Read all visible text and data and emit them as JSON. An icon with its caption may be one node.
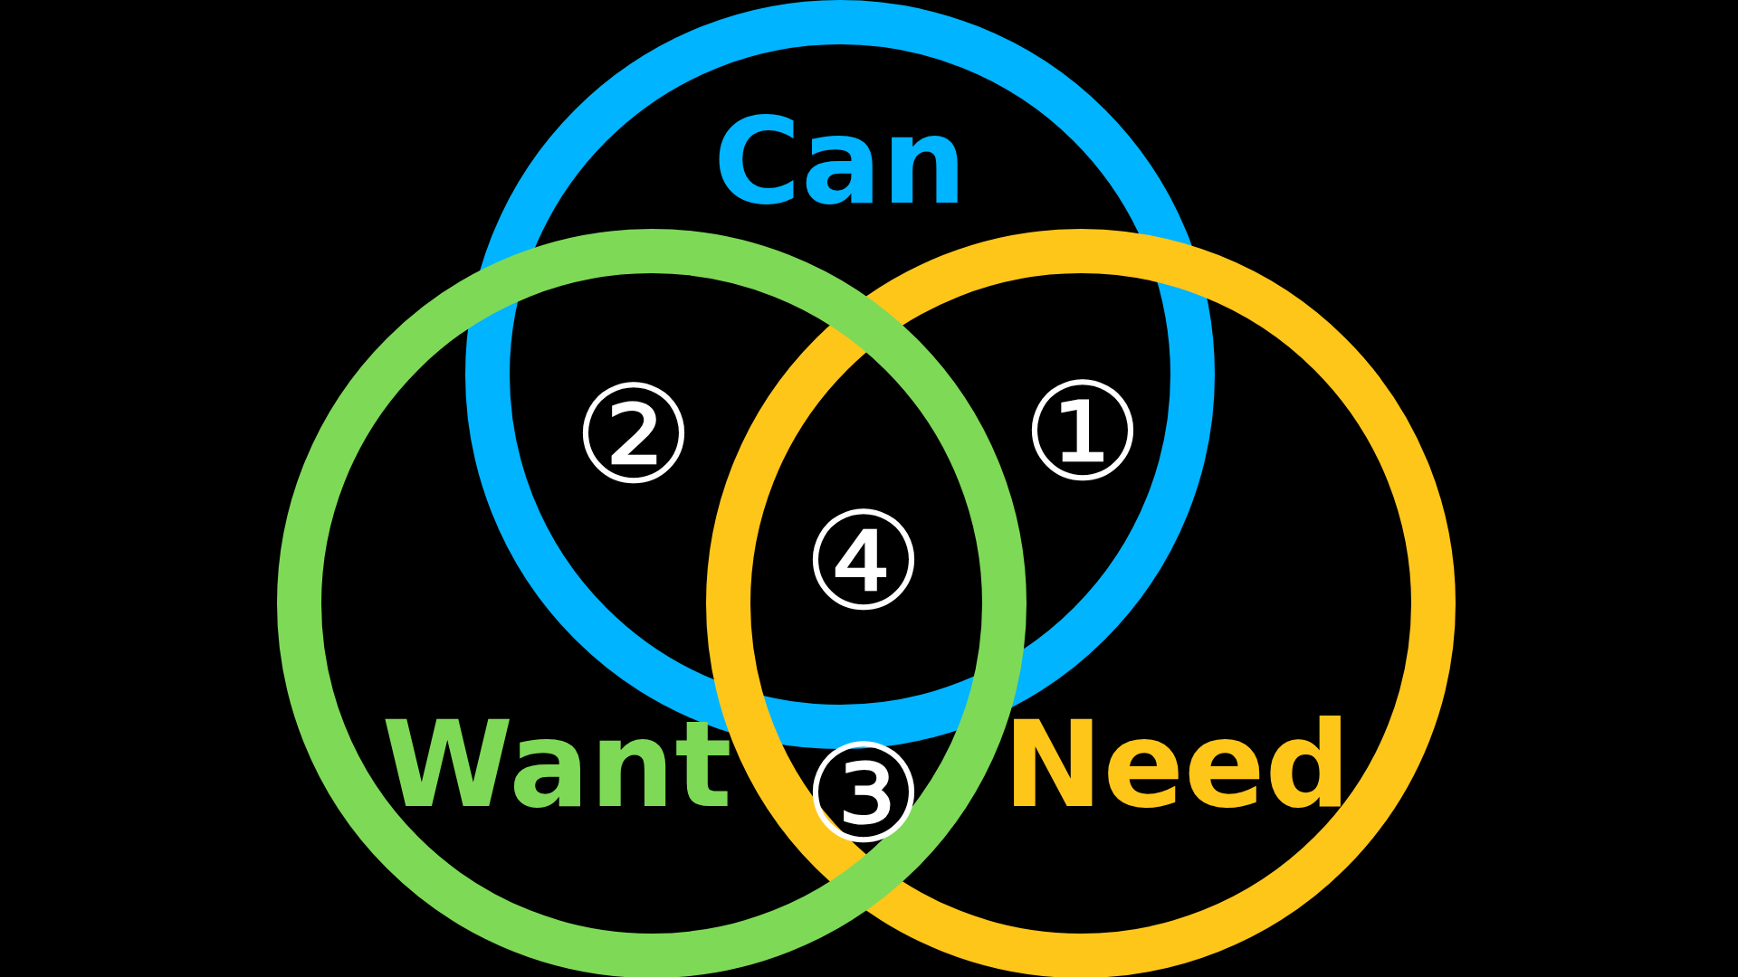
{
  "diagram": {
    "nodes": [
      {
        "text": [
          "Can"
        ]
      },
      {
        "text": [
          "Want"
        ]
      },
      {
        "text": [
          "Need"
        ]
      }
    ],
    "edges": [],
    "labels": [
      "②",
      "①",
      "④",
      "③"
    ]
  }
}
